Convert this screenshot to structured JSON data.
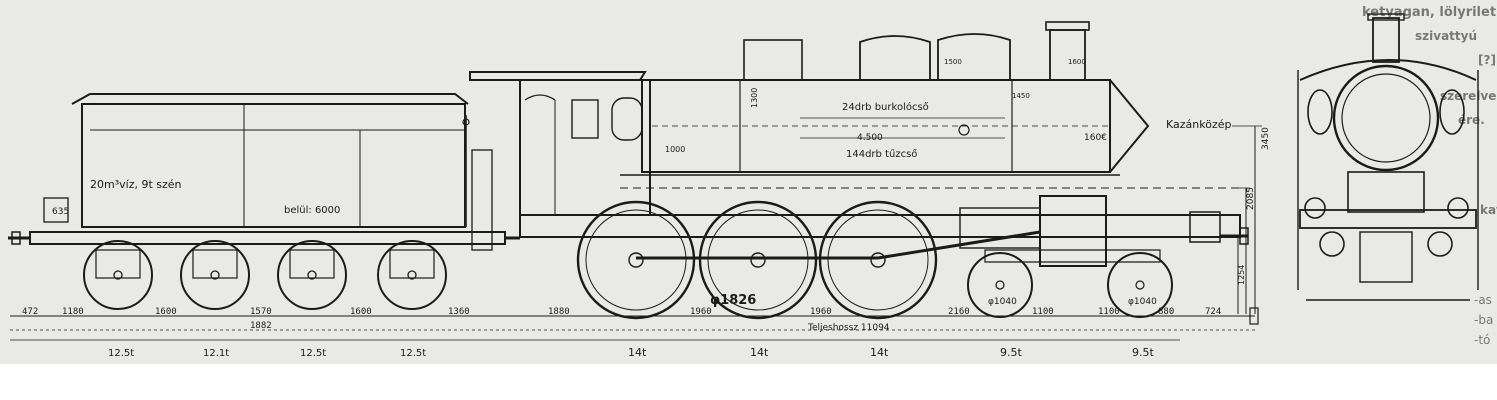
{
  "tender": {
    "capacity_label": "20m³víz, 9t szén",
    "tank_label": "belül: 6000",
    "height_label": "635"
  },
  "boiler": {
    "superheater_tubes": "24drb burkolócső",
    "length_label": "4.500",
    "fire_tubes": "144drb tűzcső",
    "firebox_label": "1000",
    "dome_height": "1300",
    "center_label": "Kazánközép"
  },
  "cab_labels": [
    "1500",
    "1450",
    "1600",
    "160€"
  ],
  "heights": {
    "boiler_center": "3450",
    "buffer": "2085",
    "frame": "1254"
  },
  "wheels": {
    "driving": "φ1826",
    "bogie_front": "φ1040",
    "bogie_rear": "φ1040"
  },
  "dimensions": {
    "row": [
      "472",
      "1180",
      "1600",
      "1570",
      "1600",
      "1360",
      "1880",
      "1960",
      "1960",
      "2160",
      "1100",
      "1100",
      "880",
      "724"
    ],
    "tender_wheelbase": "1882",
    "total_label": "Teljeshossz 11094"
  },
  "axle_loads": [
    "12.5t",
    "12.1t",
    "12.5t",
    "12.5t",
    "14t",
    "14t",
    "14t",
    "9.5t",
    "9.5t"
  ],
  "page_text": {
    "lines": [
      "ketyagan, lölyrilet",
      "szivattyú",
      "[?]",
      "szerelve",
      "ére.",
      "kat",
      "-ba",
      "-tó",
      "-as"
    ]
  }
}
